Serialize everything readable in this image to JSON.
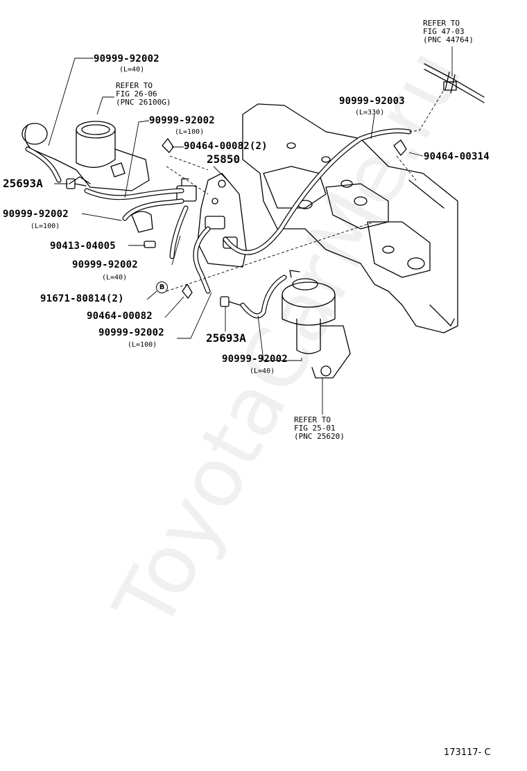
{
  "diagram": {
    "watermark": "ToyotaCarMe.ru",
    "figure_code": "173117- C",
    "callout_b": "B",
    "labels": {
      "p1_num": "90999-92002",
      "p1_len": "(L=40)",
      "ref1": "REFER TO\nFIG 26-06\n(PNC 26100G)",
      "p2_num": "90999-92002",
      "p2_len": "(L=100)",
      "p3_num": "90464-00082(2)",
      "p4_num": "25850",
      "p5_num": "25693A",
      "p6_num": "90999-92002",
      "p6_len": "(L=100)",
      "p7_num": "90413-04005",
      "p8_num": "90999-92002",
      "p8_len": "(L=40)",
      "p9_num": "91671-80814(2)",
      "p10_num": "90464-00082",
      "p11_num": "90999-92002",
      "p11_len": "(L=100)",
      "p12_num": "25693A",
      "p13_num": "90999-92002",
      "p13_len": "(L=40)",
      "ref2": "REFER TO\nFIG 25-01\n(PNC 25620)",
      "ref3": "REFER TO\nFIG 47-03\n(PNC 44764)",
      "p14_num": "90999-92003",
      "p14_len": "(L=330)",
      "p15_num": "90464-00314"
    }
  }
}
